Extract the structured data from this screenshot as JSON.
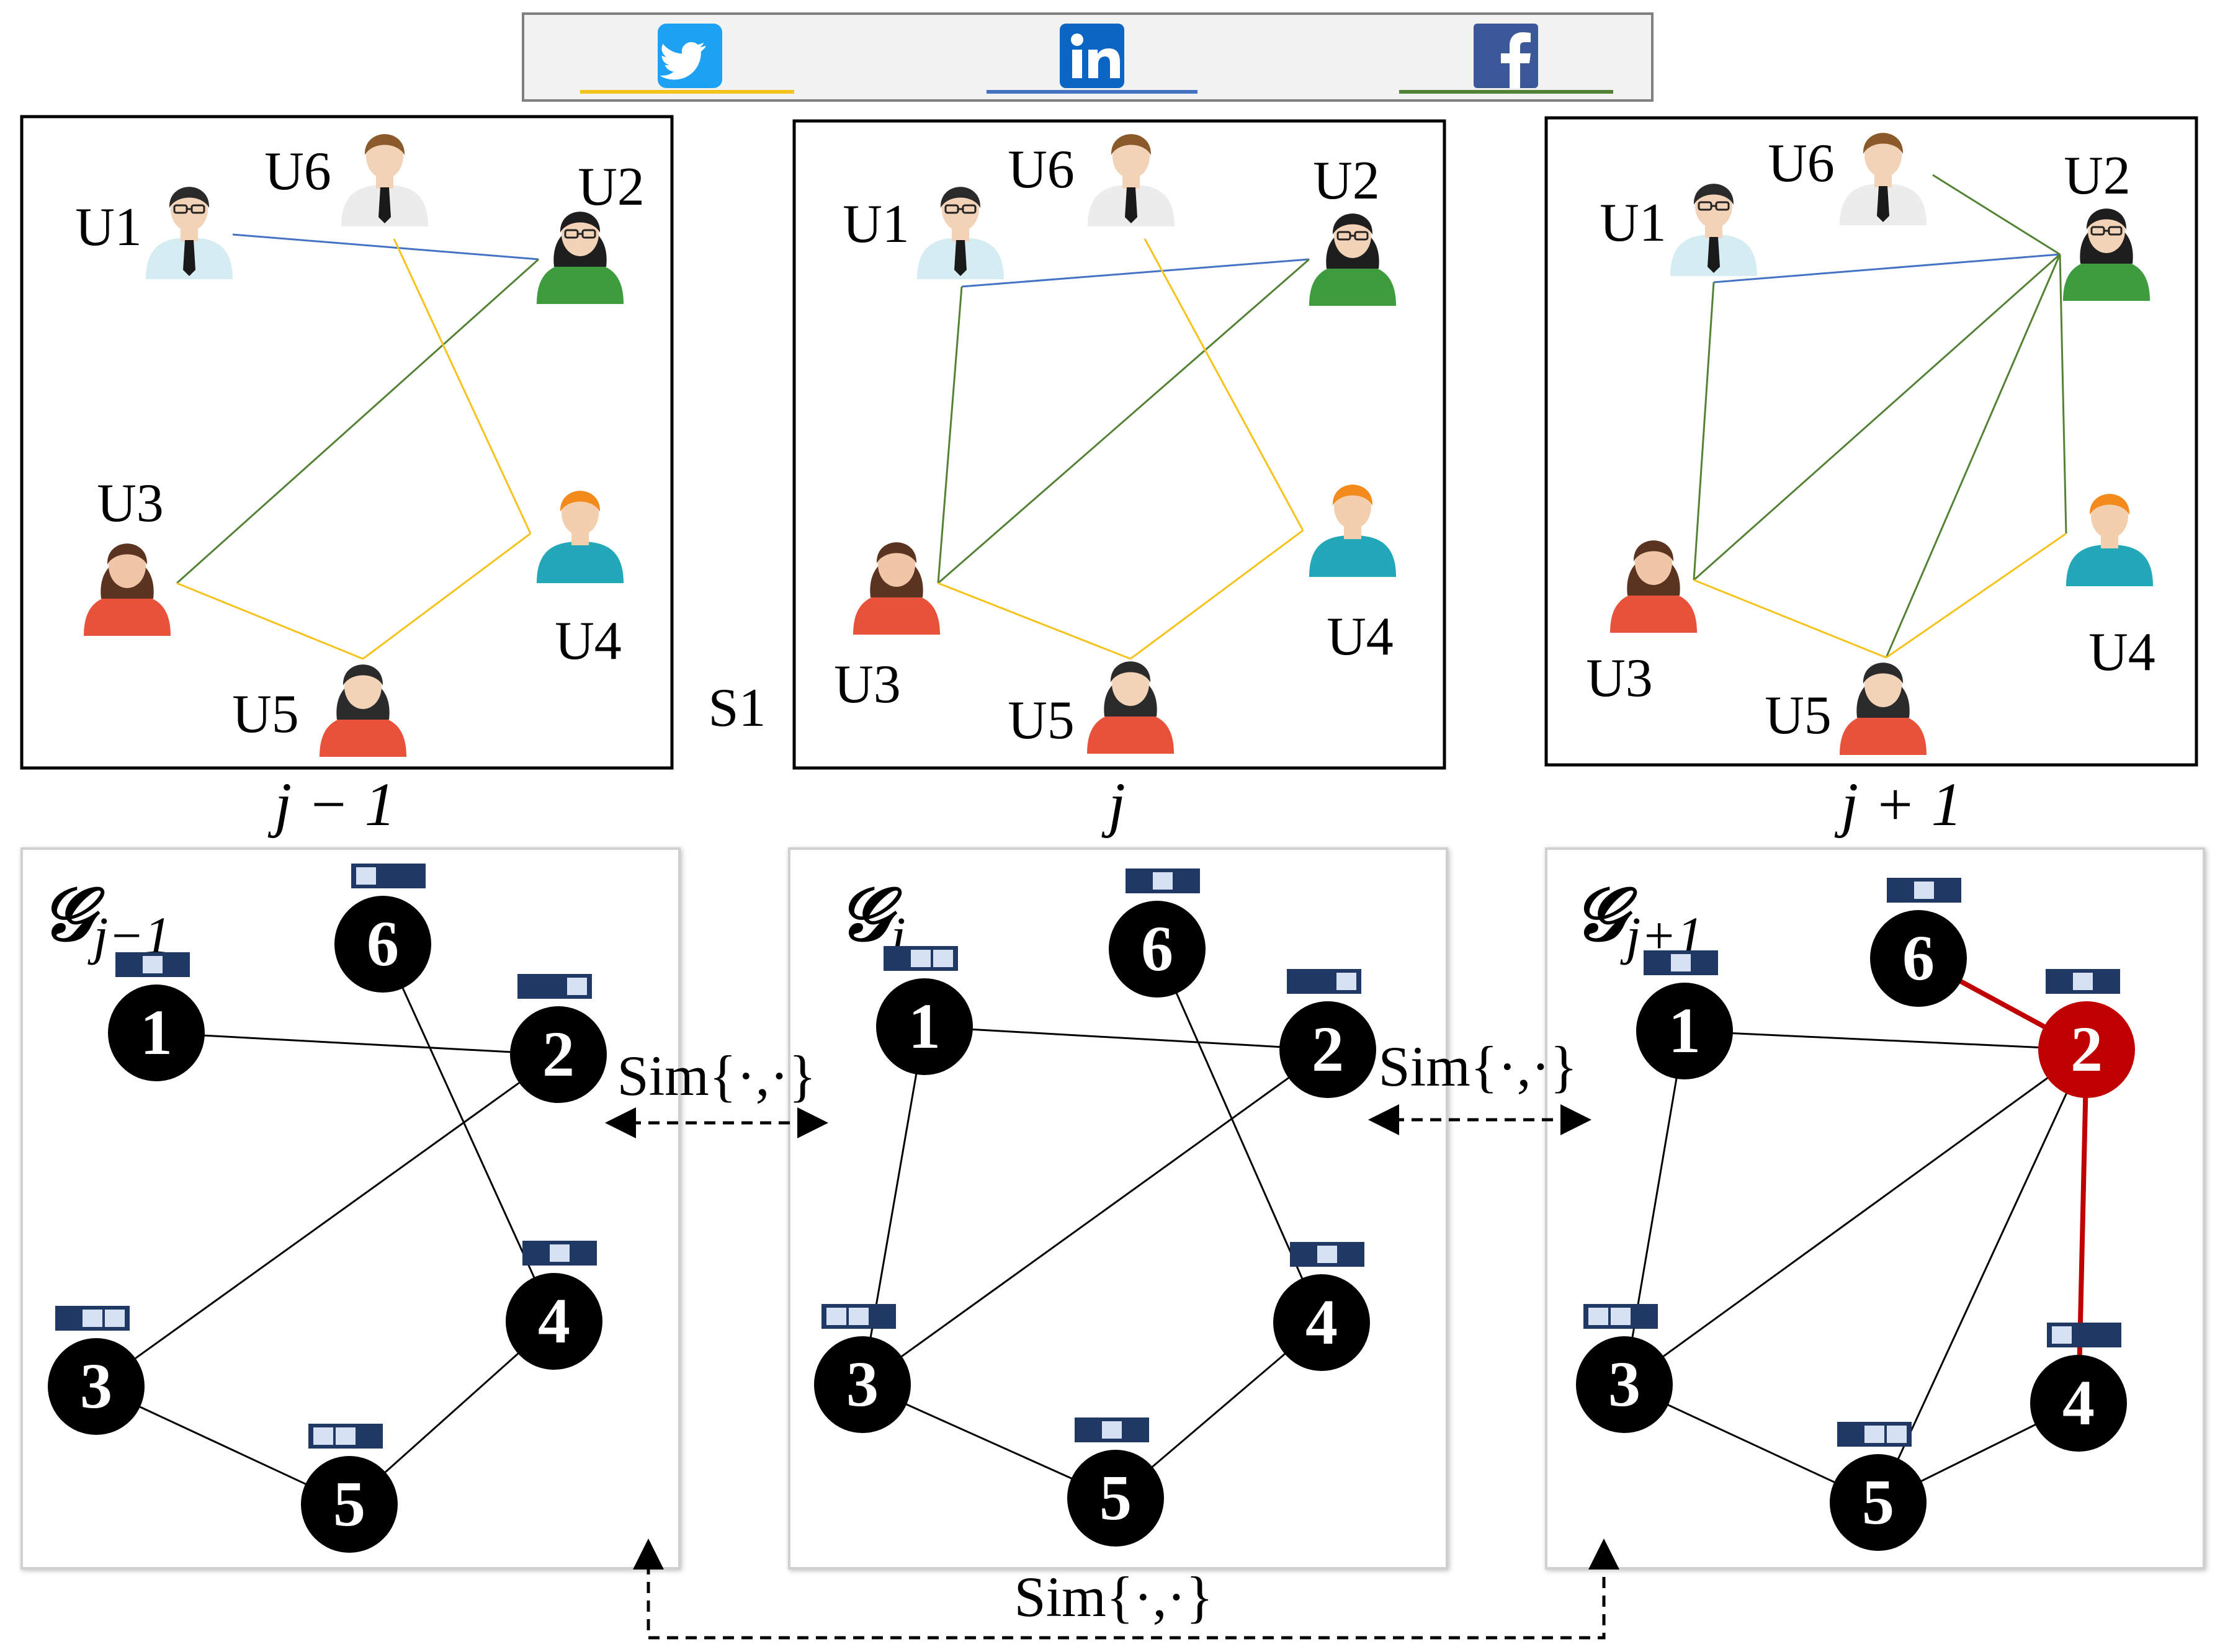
{
  "colors": {
    "twitter": "#f5c31b",
    "linkedin": "#4472c4",
    "facebook": "#548235",
    "twitter_icon": "#1da1f2",
    "linkedin_icon": "#0a66c2",
    "facebook_icon": "#3b5998",
    "node": "#000000",
    "highlight": "#c00000",
    "vector_dark": "#1f3864",
    "vector_light": "#d6e2f3"
  },
  "legend": {
    "twitter_icon": "twitter-icon",
    "linkedin_icon": "linkedin-icon",
    "facebook_icon": "facebook-icon"
  },
  "users": [
    "U1",
    "U2",
    "U3",
    "U4",
    "U5",
    "U6"
  ],
  "extra_label": "S1",
  "time_labels": [
    "j − 1",
    "j",
    "j + 1"
  ],
  "graph_titles": [
    {
      "base": "𝒢",
      "sub": "j−1"
    },
    {
      "base": "𝒢",
      "sub": "j"
    },
    {
      "base": "𝒢",
      "sub": "j+1"
    }
  ],
  "nodes": [
    "1",
    "2",
    "3",
    "4",
    "5",
    "6"
  ],
  "sim_label": "Sim{·,·}",
  "social_edges": [
    [
      [
        "U1",
        "U2",
        "linkedin"
      ],
      [
        "U2",
        "U3",
        "facebook"
      ],
      [
        "U6",
        "U4",
        "twitter"
      ],
      [
        "U4",
        "U5",
        "twitter"
      ],
      [
        "U5",
        "U3",
        "twitter"
      ]
    ],
    [
      [
        "U1",
        "U2",
        "linkedin"
      ],
      [
        "U1",
        "U3",
        "facebook"
      ],
      [
        "U3",
        "U2",
        "facebook"
      ],
      [
        "U6",
        "U4",
        "twitter"
      ],
      [
        "U4",
        "U5",
        "twitter"
      ],
      [
        "U5",
        "U3",
        "twitter"
      ]
    ],
    [
      [
        "U1",
        "U2",
        "linkedin"
      ],
      [
        "U1",
        "U3",
        "facebook"
      ],
      [
        "U3",
        "U2",
        "facebook"
      ],
      [
        "U6",
        "U2",
        "facebook"
      ],
      [
        "U2",
        "U4",
        "facebook"
      ],
      [
        "U2",
        "U5",
        "facebook"
      ],
      [
        "U4",
        "U5",
        "twitter"
      ],
      [
        "U5",
        "U3",
        "twitter"
      ]
    ]
  ],
  "graph_edges": [
    [
      [
        "1",
        "2"
      ],
      [
        "2",
        "3"
      ],
      [
        "6",
        "4"
      ],
      [
        "4",
        "5"
      ],
      [
        "5",
        "3"
      ]
    ],
    [
      [
        "1",
        "2"
      ],
      [
        "1",
        "3"
      ],
      [
        "3",
        "2"
      ],
      [
        "6",
        "4"
      ],
      [
        "4",
        "5"
      ],
      [
        "5",
        "3"
      ]
    ],
    [
      [
        "1",
        "2"
      ],
      [
        "1",
        "3"
      ],
      [
        "3",
        "2"
      ],
      [
        "2",
        "5"
      ],
      [
        "4",
        "5"
      ],
      [
        "5",
        "3"
      ]
    ]
  ],
  "highlight_edges": [
    [
      "6",
      "2"
    ],
    [
      "2",
      "4"
    ]
  ],
  "highlight_node": "2",
  "node_vectors": [
    {
      "1": [
        1,
        0,
        1
      ],
      "2": [
        1,
        1,
        0
      ],
      "3": [
        1,
        0,
        0
      ],
      "4": [
        1,
        0,
        1
      ],
      "5": [
        0,
        0,
        1
      ],
      "6": [
        0,
        1,
        1
      ]
    },
    {
      "1": [
        1,
        0,
        0
      ],
      "2": [
        1,
        1,
        0
      ],
      "3": [
        0,
        0,
        1
      ],
      "4": [
        1,
        0,
        1
      ],
      "5": [
        1,
        0,
        1
      ],
      "6": [
        1,
        0,
        1
      ]
    },
    {
      "1": [
        1,
        0,
        1
      ],
      "2": [
        1,
        0,
        1
      ],
      "3": [
        0,
        0,
        1
      ],
      "4": [
        0,
        1,
        1
      ],
      "5": [
        1,
        0,
        0
      ],
      "6": [
        1,
        0,
        1
      ]
    }
  ]
}
